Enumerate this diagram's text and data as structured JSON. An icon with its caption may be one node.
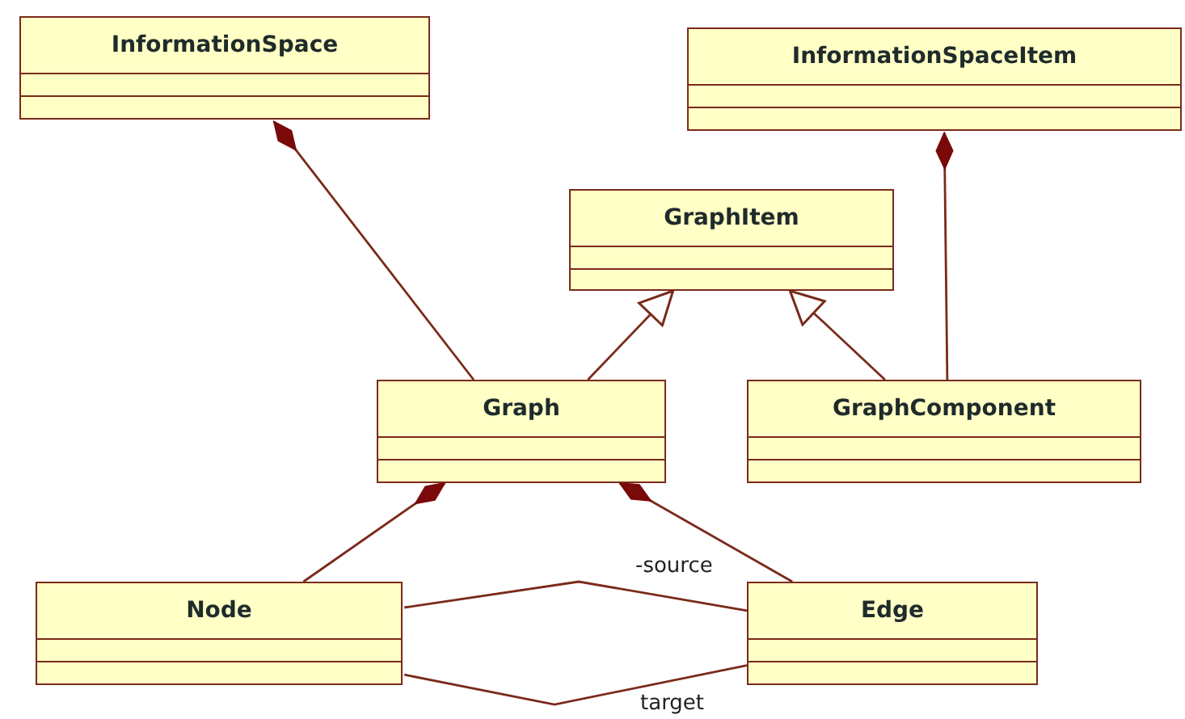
{
  "diagram": {
    "nodes": [
      {
        "text": [
          "InformationSpace"
        ]
      },
      {
        "text": [
          "InformationSpaceItem"
        ]
      },
      {
        "text": [
          "GraphItem"
        ]
      },
      {
        "text": [
          "Graph"
        ]
      },
      {
        "text": [
          "GraphComponent"
        ]
      },
      {
        "text": [
          "Node"
        ]
      },
      {
        "text": [
          "Edge"
        ]
      }
    ],
    "edges": [
      {
        "from": 3,
        "to": 0,
        "arrow": "other"
      },
      {
        "from": 4,
        "to": 1,
        "arrow": "other"
      },
      {
        "from": 3,
        "to": 2,
        "arrow": "to"
      },
      {
        "from": 4,
        "to": 2,
        "arrow": "to"
      },
      {
        "from": 5,
        "to": 3,
        "arrow": "other"
      },
      {
        "from": 6,
        "to": 3,
        "arrow": "other"
      },
      {
        "from": 5,
        "to": 6,
        "arrow": "none",
        "label": "-source"
      },
      {
        "from": 5,
        "to": 6,
        "arrow": "none",
        "label": "target"
      }
    ]
  }
}
